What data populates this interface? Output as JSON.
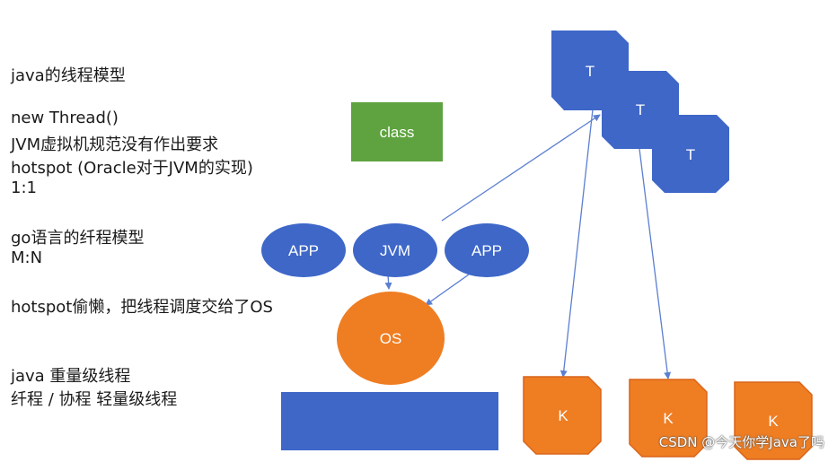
{
  "notes": [
    "java的线程模型",
    "new Thread()",
    "JVM虚拟机规范没有作出要求",
    "hotspot (Oracle对于JVM的实现)",
    "1:1",
    "go语言的纤程模型",
    "M:N",
    "hotspot偷懒，把线程调度交给了OS",
    "java 重量级线程",
    "纤程 / 协程  轻量级线程"
  ],
  "diagram": {
    "class_box": "class",
    "app_left": "APP",
    "jvm": "JVM",
    "app_right": "APP",
    "os": "OS",
    "threads": [
      "T",
      "T",
      "T"
    ],
    "kernel_threads": [
      "K",
      "K",
      "K"
    ]
  },
  "colors": {
    "blue": "#3e67c8",
    "green": "#5ea33f",
    "orange": "#ef7d22",
    "arrow": "#5b7fd1"
  },
  "watermark": "CSDN @今天你学Java了吗"
}
